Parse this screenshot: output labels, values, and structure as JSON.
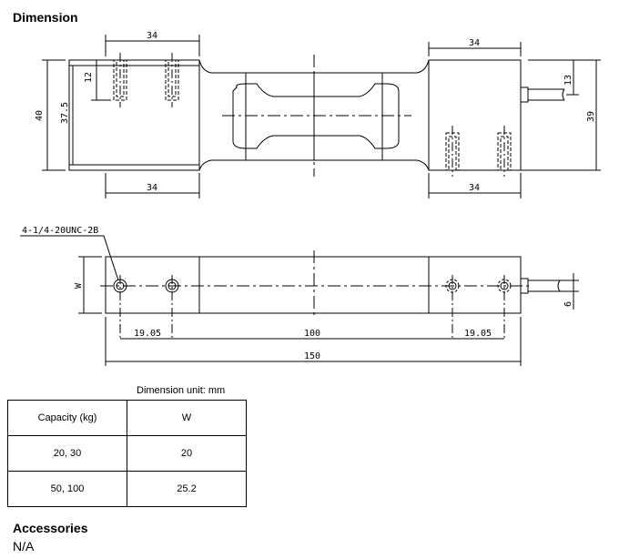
{
  "section_title": "Dimension",
  "drawing": {
    "top_view": {
      "dim_top_left": "34",
      "dim_top_right": "34",
      "dim_bottom_left": "34",
      "dim_bottom_right": "34",
      "dim_height_40": "40",
      "dim_height_37_5": "37.5",
      "dim_hole_12": "12",
      "dim_cable_13": "13",
      "dim_height_39": "39"
    },
    "side_view": {
      "thread_label": "4-1/4-20UNC-2B",
      "dim_w": "W",
      "dim_6": "6",
      "dim_19_05_left": "19.05",
      "dim_100": "100",
      "dim_19_05_right": "19.05",
      "dim_150": "150"
    }
  },
  "table": {
    "unit_note": "Dimension unit: mm",
    "headers": [
      "Capacity (kg)",
      "W"
    ],
    "rows": [
      [
        "20, 30",
        "20"
      ],
      [
        "50,  100",
        "25.2"
      ]
    ]
  },
  "accessories": {
    "title": "Accessories",
    "value": "N/A"
  }
}
